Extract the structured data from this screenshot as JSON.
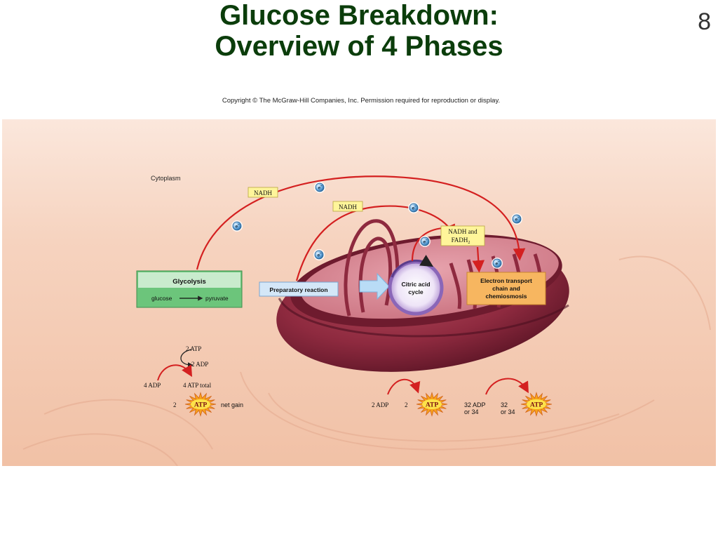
{
  "slide": {
    "title_line1": "Glucose Breakdown:",
    "title_line2": "Overview of 4 Phases",
    "number": "8",
    "copyright": "Copyright © The McGraw-Hill Companies, Inc. Permission required for reproduction or display."
  },
  "figure": {
    "cytoplasm_label": "Cytoplasm",
    "nadh_1": "NADH",
    "nadh_2": "NADH",
    "nadh_fadh_line1": "NADH and",
    "nadh_fadh_line2": "FADH",
    "nadh_fadh_sub": "2",
    "electron": "e",
    "electron_sup": "−",
    "glycolysis": {
      "title": "Glycolysis",
      "from": "glucose",
      "to": "pyruvate"
    },
    "preparatory": "Preparatory reaction",
    "citric_line1": "Citric acid",
    "citric_line2": "cycle",
    "etc_line1": "Electron transport",
    "etc_line2": "chain and",
    "etc_line3": "chemiosmosis",
    "atp_word": "ATP",
    "glycolysis_atp": {
      "top_atp": "2 ATP",
      "top_adp": "2 ADP",
      "adp_in": "4 ADP",
      "atp_total": "4 ATP total",
      "net_count": "2",
      "net_gain": "net gain"
    },
    "citric_atp": {
      "adp": "2 ADP",
      "count": "2"
    },
    "etc_atp": {
      "adp_line1": "32 ADP",
      "adp_line2": "or 34",
      "count_line1": "32",
      "count_line2": "or 34"
    }
  },
  "colors": {
    "title": "#0b3d0b",
    "background_cytoplasm": "#f3c9b1",
    "mitochondrion": "#8a2a3e",
    "glycolysis_box": "#5fbf6f",
    "preparatory_box": "#cfe3f5",
    "citric_cycle": "#b9a0d9",
    "etc_box": "#f6b867",
    "nadh_label": "#fff59a",
    "arrow_red": "#d42020"
  }
}
